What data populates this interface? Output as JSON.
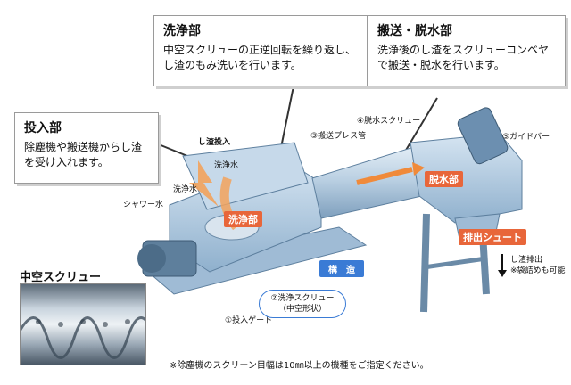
{
  "callouts": {
    "wash": {
      "title": "洗浄部",
      "body": "中空スクリューの正逆回転を繰り返し、し渣のもみ洗いを行います。"
    },
    "convey": {
      "title": "搬送・脱水部",
      "body": "洗浄後のし渣をスクリューコンベヤで搬送・脱水を行います。"
    },
    "input": {
      "title": "投入部",
      "body": "除塵機や搬送機からし渣を受け入れます。"
    }
  },
  "labels": {
    "shisa_input": "し渣投入",
    "wash_water_top": "洗浄水",
    "wash_water_left": "洗浄水",
    "shower_water": "シャワー水",
    "press_pipe": "③搬送プレス管",
    "dewater_screw": "④脱水スクリュー",
    "guide_bar": "⑤ガイドバー",
    "input_gate": "①投入ゲート",
    "shisa_discharge": "し渣排出",
    "bagging": "※袋詰めも可能"
  },
  "tags": {
    "wash_section": "洗浄部",
    "dewater_section": "脱水部",
    "discharge_chute": "排出シュート",
    "structure": "構　造"
  },
  "pill": {
    "line1": "②洗浄スクリュー",
    "line2": "（中空形状）"
  },
  "hollow_screw": {
    "title": "中空スクリュー"
  },
  "footnote": "※除塵機のスクリーン目幅は10㎜以上の機種をご指定ください。",
  "colors": {
    "tag_orange": "#e8663a",
    "accent_blue": "#3a7bd5",
    "machine_blue": "#a9c3dc"
  }
}
